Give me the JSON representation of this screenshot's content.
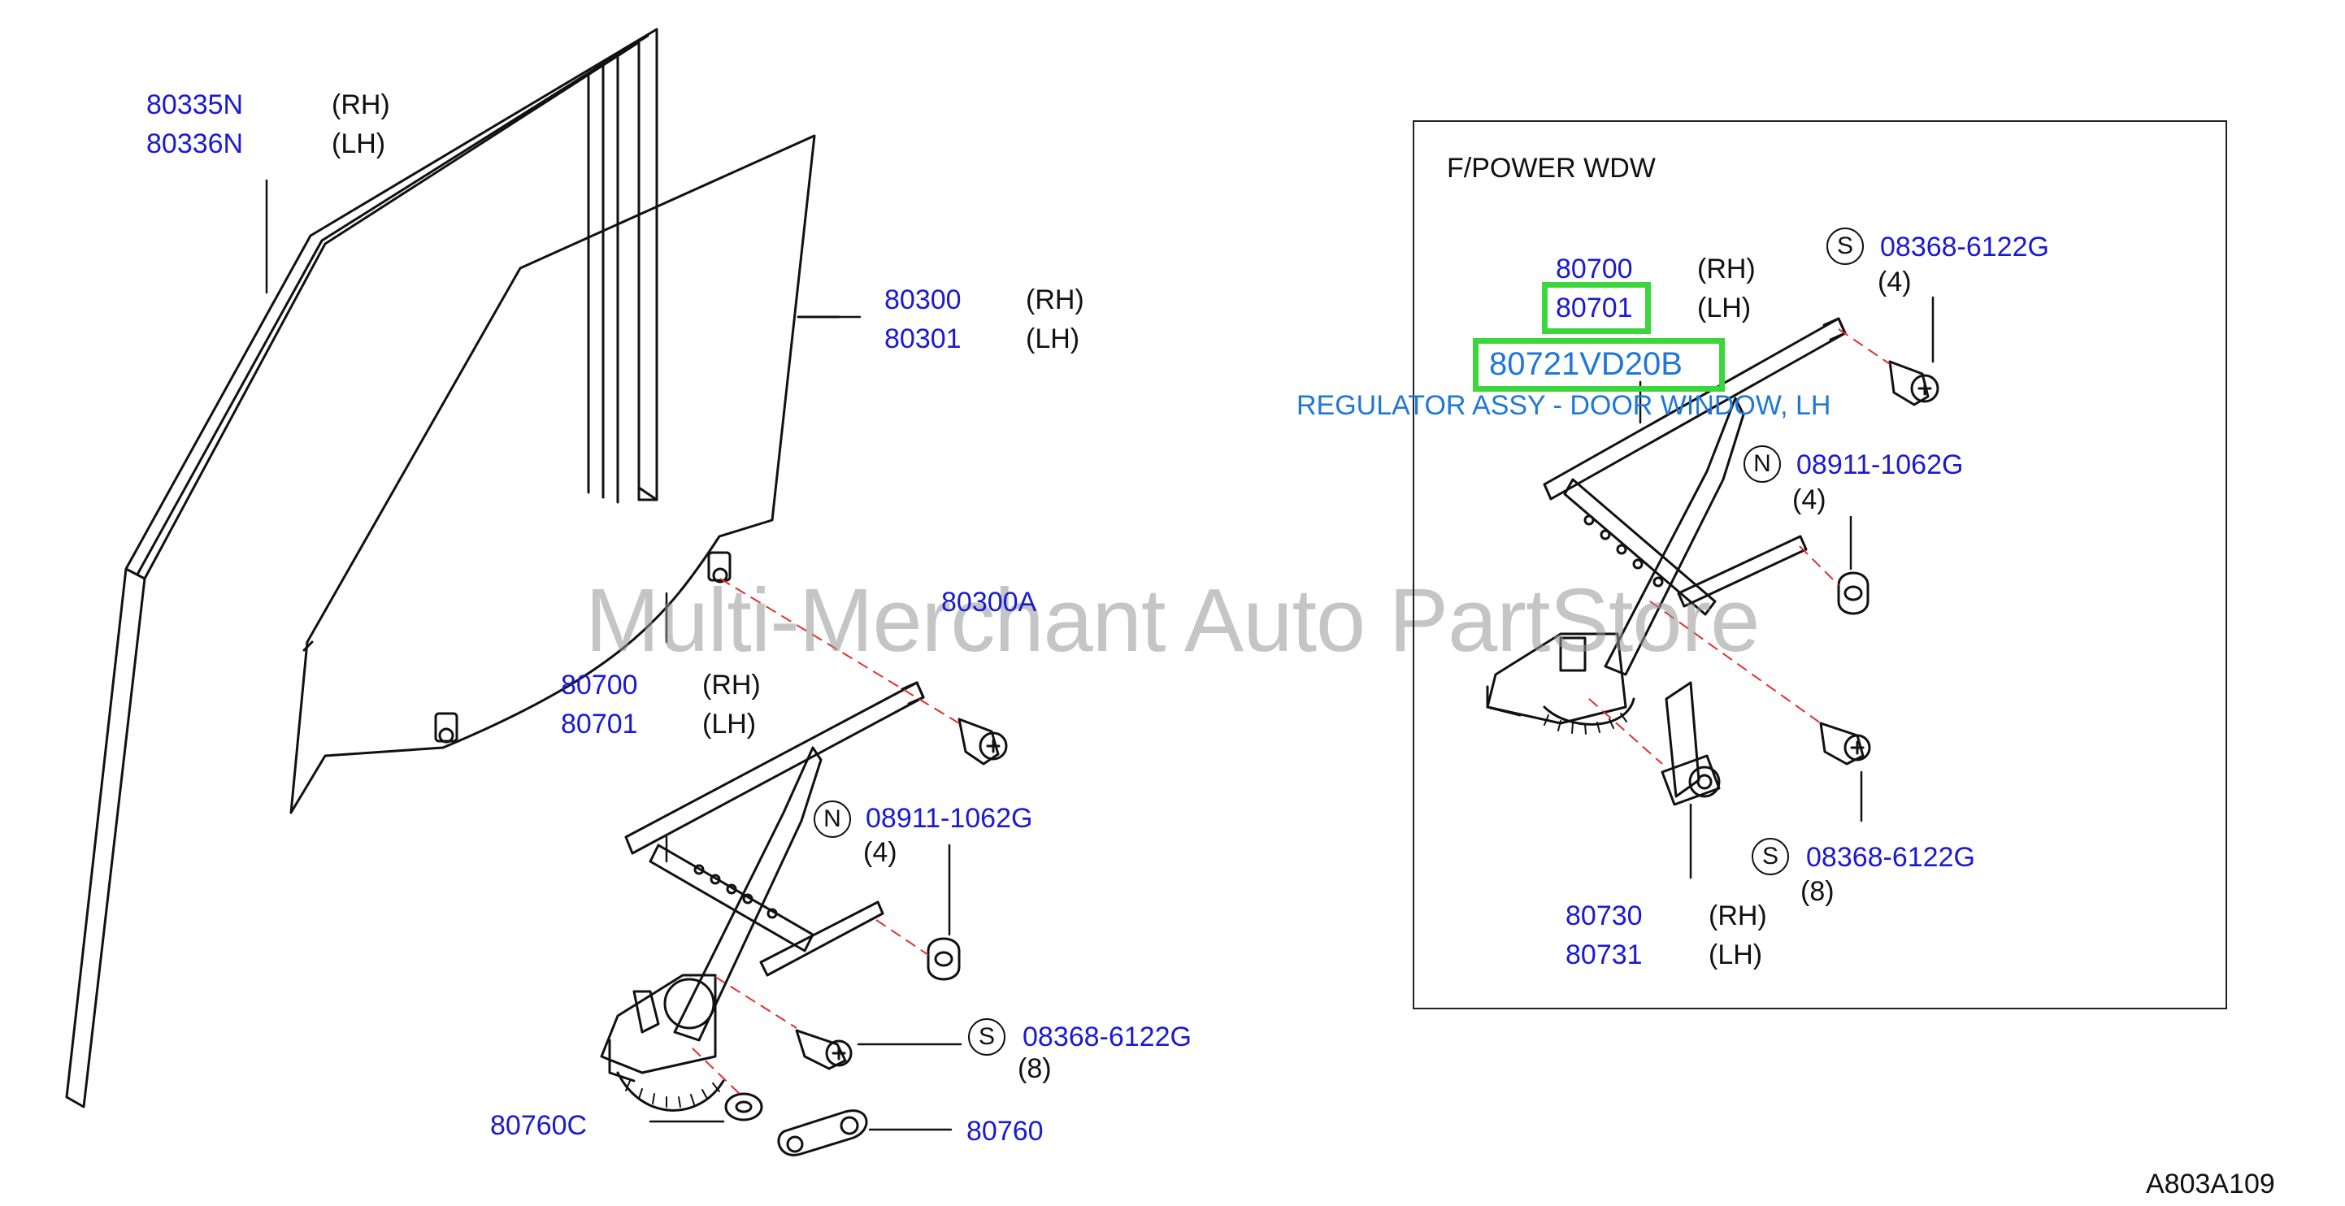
{
  "inset": {
    "title": "F/POWER   WDW"
  },
  "labels": {
    "p80335n": "80335N",
    "p80335n_side": "(RH)",
    "p80336n": "80336N",
    "p80336n_side": "(LH)",
    "p80300": "80300",
    "p80300_side": "(RH)",
    "p80301": "80301",
    "p80301_side": "(LH)",
    "p80300a": "80300A",
    "p80700": "80700",
    "p80700_side": "(RH)",
    "p80701": "80701",
    "p80701_side": "(LH)",
    "n_mark": "N",
    "p08911": "08911-1062G",
    "p08911_qty": "(4)",
    "s_mark": "S",
    "p08368": "08368-6122G",
    "p08368_qty": "(8)",
    "p80760c": "80760C",
    "p80760": "80760"
  },
  "inset_labels": {
    "p80700": "80700",
    "p80700_side": "(RH)",
    "p80701": "80701",
    "p80701_side": "(LH)",
    "p80721": "80721VD20B",
    "desc": "REGULATOR ASSY - DOOR WINDOW, LH",
    "s_mark_top": "S",
    "p08368_top": "08368-6122G",
    "p08368_top_qty": "(4)",
    "n_mark": "N",
    "p08911": "08911-1062G",
    "p08911_qty": "(4)",
    "s_mark_bot": "S",
    "p08368_bot": "08368-6122G",
    "p08368_bot_qty": "(8)",
    "p80730": "80730",
    "p80730_side": "(RH)",
    "p80731": "80731",
    "p80731_side": "(LH)"
  },
  "watermark": "Multi-Merchant Auto PartStore",
  "diagram_code": "A803A109",
  "colors": {
    "part_number": "#1a1ad2",
    "highlight": "#3bd63b",
    "description": "#1f78d6",
    "dash_line": "#e03030"
  }
}
